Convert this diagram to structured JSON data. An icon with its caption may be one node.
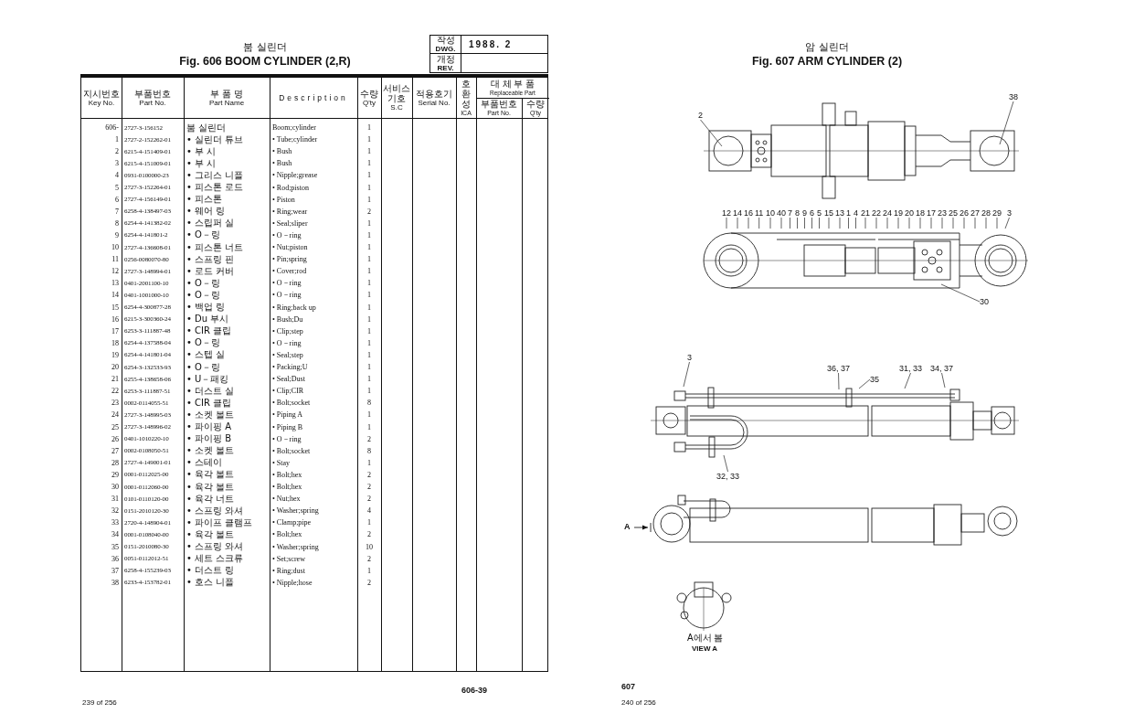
{
  "diagram": {
    "nodes": [
      {
        "text": [
          "2"
        ]
      },
      {
        "text": [
          "38"
        ]
      },
      {
        "text": [
          "12"
        ]
      },
      {
        "text": [
          "14"
        ]
      },
      {
        "text": [
          "16"
        ]
      },
      {
        "text": [
          "11"
        ]
      },
      {
        "text": [
          "10"
        ]
      },
      {
        "text": [
          "40"
        ]
      },
      {
        "text": [
          "7"
        ]
      },
      {
        "text": [
          "8"
        ]
      },
      {
        "text": [
          "9"
        ]
      },
      {
        "text": [
          "6"
        ]
      },
      {
        "text": [
          "5"
        ]
      },
      {
        "text": [
          "15"
        ]
      },
      {
        "text": [
          "13"
        ]
      },
      {
        "text": [
          "1"
        ]
      },
      {
        "text": [
          "4"
        ]
      },
      {
        "text": [
          "21"
        ]
      },
      {
        "text": [
          "22"
        ]
      },
      {
        "text": [
          "24"
        ]
      },
      {
        "text": [
          "19"
        ]
      },
      {
        "text": [
          "20"
        ]
      },
      {
        "text": [
          "18"
        ]
      },
      {
        "text": [
          "17"
        ]
      },
      {
        "text": [
          "23"
        ]
      },
      {
        "text": [
          "25"
        ]
      },
      {
        "text": [
          "26"
        ]
      },
      {
        "text": [
          "27"
        ]
      },
      {
        "text": [
          "28"
        ]
      },
      {
        "text": [
          "29"
        ]
      },
      {
        "text": [
          "3"
        ]
      },
      {
        "text": [
          "30"
        ]
      },
      {
        "text": [
          "3"
        ]
      },
      {
        "text": [
          "36, 37"
        ]
      },
      {
        "text": [
          "35"
        ]
      },
      {
        "text": [
          "31, 33"
        ]
      },
      {
        "text": [
          "34, 37"
        ]
      },
      {
        "text": [
          "32, 33"
        ]
      },
      {
        "text": [],
        "shape": "picture"
      },
      {
        "text": [],
        "shape": "picture"
      },
      {
        "text": [],
        "shape": "picture"
      }
    ],
    "edges": [
      {
        "from": 0,
        "to": 38,
        "arrow": "none"
      },
      {
        "from": 1,
        "to": 38,
        "arrow": "none"
      },
      {
        "from": 2,
        "to": 39,
        "arrow": "none"
      },
      {
        "from": 3,
        "to": 39,
        "arrow": "none"
      },
      {
        "from": 4,
        "to": 39,
        "arrow": "none"
      },
      {
        "from": 5,
        "to": 39,
        "arrow": "none"
      },
      {
        "from": 6,
        "to": 39,
        "arrow": "none"
      },
      {
        "from": 7,
        "to": 39,
        "arrow": "none"
      },
      {
        "from": 8,
        "to": 39,
        "arrow": "none"
      },
      {
        "from": 9,
        "to": 39,
        "arrow": "none"
      },
      {
        "from": 10,
        "to": 39,
        "arrow": "none"
      },
      {
        "from": 11,
        "to": 39,
        "arrow": "none"
      },
      {
        "from": 12,
        "to": 39,
        "arrow": "none"
      },
      {
        "from": 13,
        "to": 39,
        "arrow": "none"
      },
      {
        "from": 14,
        "to": 39,
        "arrow": "none"
      },
      {
        "from": 15,
        "to": 39,
        "arrow": "none"
      },
      {
        "from": 16,
        "to": 39,
        "arrow": "none"
      },
      {
        "from": 17,
        "to": 39,
        "arrow": "none"
      },
      {
        "from": 18,
        "to": 39,
        "arrow": "none"
      },
      {
        "from": 19,
        "to": 39,
        "arrow": "none"
      },
      {
        "from": 20,
        "to": 39,
        "arrow": "none"
      },
      {
        "from": 21,
        "to": 39,
        "arrow": "none"
      },
      {
        "from": 22,
        "to": 39,
        "arrow": "none"
      },
      {
        "from": 23,
        "to": 39,
        "arrow": "none"
      },
      {
        "from": 24,
        "to": 39,
        "arrow": "none"
      },
      {
        "from": 25,
        "to": 39,
        "arrow": "none"
      },
      {
        "from": 26,
        "to": 39,
        "arrow": "none"
      },
      {
        "from": 27,
        "to": 39,
        "arrow": "none"
      },
      {
        "from": 28,
        "to": 39,
        "arrow": "none"
      },
      {
        "from": 29,
        "to": 39,
        "arrow": "none"
      },
      {
        "from": 30,
        "to": 39,
        "arrow": "none"
      },
      {
        "from": 31,
        "to": 39,
        "arrow": "none"
      },
      {
        "from": 32,
        "to": 40,
        "arrow": "none"
      },
      {
        "from": 33,
        "to": 40,
        "arrow": "none"
      },
      {
        "from": 34,
        "to": 40,
        "arrow": "none"
      },
      {
        "from": 35,
        "to": 40,
        "arrow": "none"
      },
      {
        "from": 36,
        "to": 40,
        "arrow": "none"
      },
      {
        "from": 37,
        "to": 40,
        "arrow": "none"
      }
    ],
    "labels": [
      "붐 실린더",
      "Fig. 606 BOOM CYLINDER (2,R)",
      "작성",
      "DWG.",
      "1988. 2",
      "개정",
      "REV.",
      "지시번호",
      "Key No.",
      "부품번호",
      "Part No.",
      "부 품 명",
      "Part Name",
      "Description",
      "수량",
      "Q'ty",
      "서비스 기호",
      "S.C",
      "적용호기",
      "Serial No.",
      "호환성",
      "ICA",
      "대 체 부 품",
      "Replaceable Part",
      "부품번호",
      "Part No.",
      "수량",
      "Q'ty",
      "606-",
      "2727-3-156152",
      "붐 실린더",
      "Boom;cylinder",
      "1",
      "1",
      "2727-2-152262-01",
      "• 실린더 튜브",
      "• Tube;cylinder",
      "1",
      "2",
      "6215-4-151409-01",
      "• 부 시",
      "• Bush",
      "1",
      "3",
      "6215-4-151009-01",
      "• 부 시",
      "• Bush",
      "1",
      "4",
      "0931-0100000-23",
      "• 그리스 니플",
      "• Nipple;grease",
      "1",
      "5",
      "2727-3-152264-01",
      "• 피스톤 로드",
      "• Rod;piston",
      "1",
      "6",
      "2727-4-156149-01",
      "• 피스톤",
      "• Piston",
      "1",
      "7",
      "6258-4-138497-03",
      "• 웨어 링",
      "• Ring;wear",
      "2",
      "8",
      "6254-4-141382-02",
      "• 스립퍼 실",
      "• Seal;sliper",
      "1",
      "9",
      "6254-4-141801-2",
      "• O－링",
      "• O－ring",
      "1",
      "10",
      "2727-4-136608-01",
      "• 피스톤 너트",
      "• Nut;piston",
      "1",
      "11",
      "0256-0080070-80",
      "• 스프링 핀",
      "• Pin;spring",
      "1",
      "12",
      "2727-3-148994-01",
      "• 로드 커버",
      "• Cover;rod",
      "1",
      "13",
      "0401-2001100-10",
      "• O－링",
      "• O－ring",
      "1",
      "14",
      "0401-1001000-10",
      "• O－링",
      "• O－ring",
      "1",
      "15",
      "6254-4-300877-28",
      "• 백업 링",
      "• Ring;back up",
      "1",
      "16",
      "6215-3-300360-24",
      "• Du 부시",
      "• Bush;Du",
      "1",
      "17",
      "6253-3-111887-48",
      "• CIR 클립",
      "• Clip;step",
      "1",
      "18",
      "6254-4-137588-04",
      "• O－링",
      "• O－ring",
      "1",
      "19",
      "6254-4-141801-04",
      "• 스텝 실",
      "• Seal;step",
      "1",
      "20",
      "6254-3-132533-93",
      "• O－링",
      "• Packing;U",
      "1",
      "21",
      "6255-4-138658-06",
      "• U－패킹",
      "• Seal;Dust",
      "1",
      "22",
      "6253-3-111887-51",
      "• 더스트 실",
      "• Clip;CIR",
      "1",
      "23",
      "0002-0114055-51",
      "• CIR 클립",
      "• Bolt;socket",
      "8",
      "24",
      "2727-3-148995-03",
      "• 소켓 볼트",
      "• Piping A",
      "1",
      "25",
      "2727-3-148996-02",
      "• 파이핑 A",
      "• Piping B",
      "1",
      "26",
      "0401-1010220-10",
      "• 파이핑 B",
      "• O－ring",
      "2",
      "27",
      "0002-0108050-51",
      "• 소켓 볼트",
      "• Bolt;socket",
      "8",
      "28",
      "2727-4-149001-01",
      "• 스테이",
      "• Stay",
      "1",
      "29",
      "0001-0112025-00",
      "• 육각 볼트",
      "• Bolt;hex",
      "2",
      "30",
      "0001-0112060-00",
      "• 육각 볼트",
      "• Bolt;hex",
      "2",
      "31",
      "0101-0110120-00",
      "• 육각 너트",
      "• Nut;hex",
      "2",
      "32",
      "0151-2010120-30",
      "• 스프링 와셔",
      "• Washer;spring",
      "4",
      "33",
      "2720-4-148904-01",
      "• 파이프 클램프",
      "• Clamp;pipe",
      "1",
      "34",
      "0001-0108040-00",
      "• 육각 볼트",
      "• Bolt;hex",
      "2",
      "35",
      "0151-2010080-30",
      "• 스프링 와셔",
      "• Washer;spring",
      "10",
      "36",
      "0051-0112012-51",
      "• 세트 스크류",
      "• Set;screw",
      "2",
      "37",
      "6258-4-155239-03",
      "• 더스트 링",
      "• Ring;dust",
      "1",
      "38",
      "6233-4-153782-01",
      "• 호스 니플",
      "• Nipple;hose",
      "2",
      "606-39",
      "239 of 256",
      "암 실린더",
      "Fig. 607 ARM CYLINDER (2)",
      "A",
      "A에서 봄",
      "VIEW A",
      "607",
      "240 of 256"
    ]
  }
}
